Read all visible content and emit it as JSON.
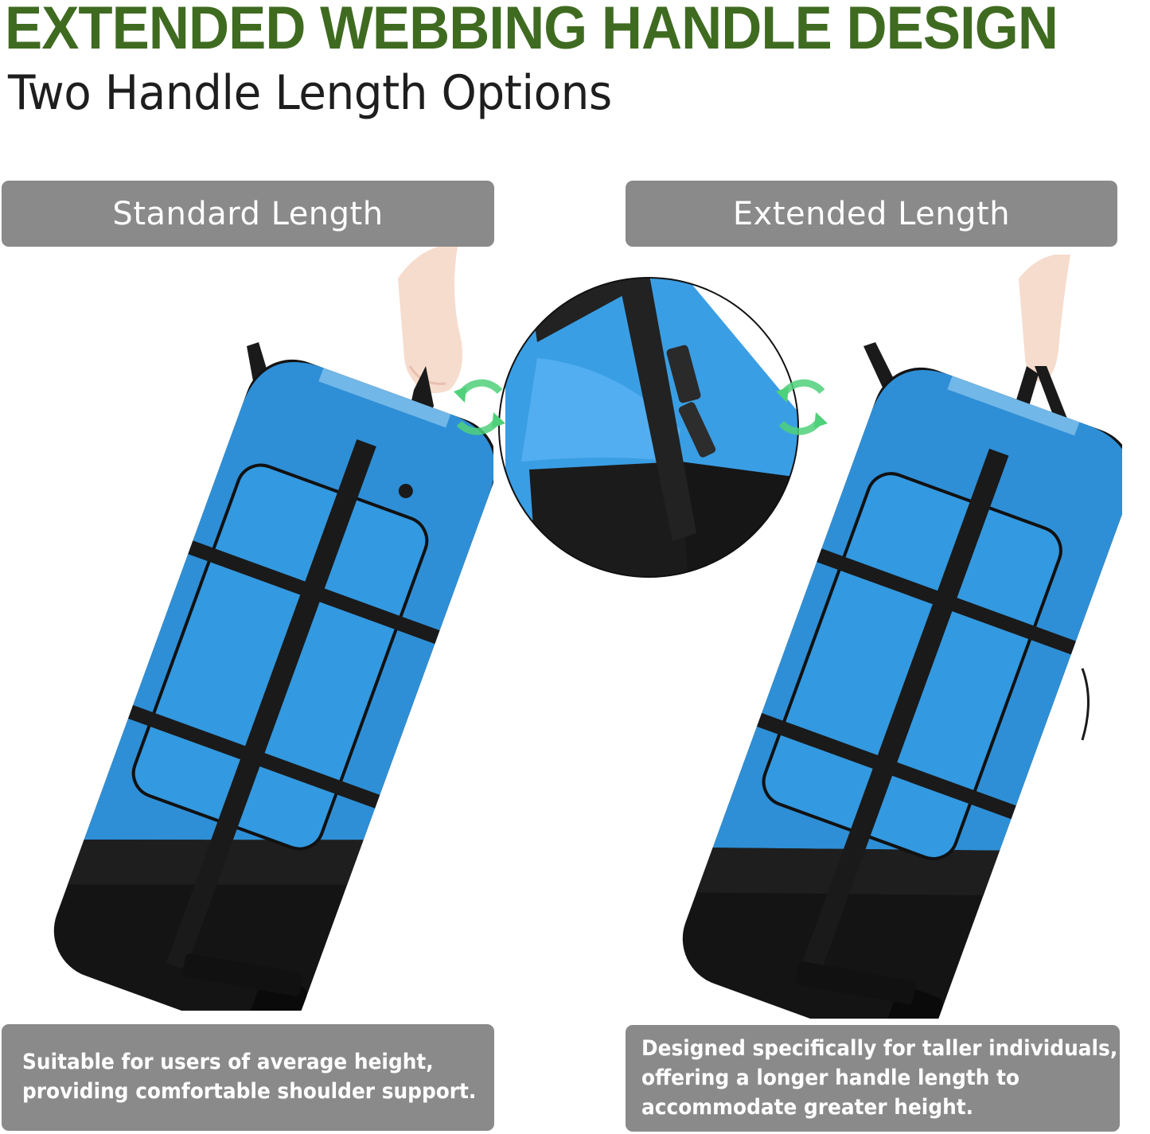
{
  "header": {
    "title": "EXTENDED WEBBING HANDLE DESIGN",
    "subtitle": "Two Handle Length Options"
  },
  "options": [
    {
      "label": "Standard Length",
      "description_lines": [
        "Suitable for users of average height,",
        "providing comfortable shoulder support."
      ]
    },
    {
      "label": "Extended Length",
      "description_lines": [
        "Designed specifically for taller individuals,",
        "offering a longer handle length to",
        "accommodate greater height."
      ]
    }
  ],
  "images": {
    "left_product": "blue rolling duffel bag held by standard-length webbing handle",
    "center_detail": "circular close-up of buckle on webbing handle",
    "right_product": "blue rolling duffel bag held by extended-length webbing handle",
    "conversion_icons": "green circular arrows"
  },
  "colors": {
    "headline": "#3f6b21",
    "subtitle": "#1e1e1e",
    "label_box": "#8a8a8a",
    "label_text": "#ffffff",
    "bag_blue": "#2e8fd6",
    "bag_black": "#141414",
    "arrow_green": "#3fc26a"
  }
}
